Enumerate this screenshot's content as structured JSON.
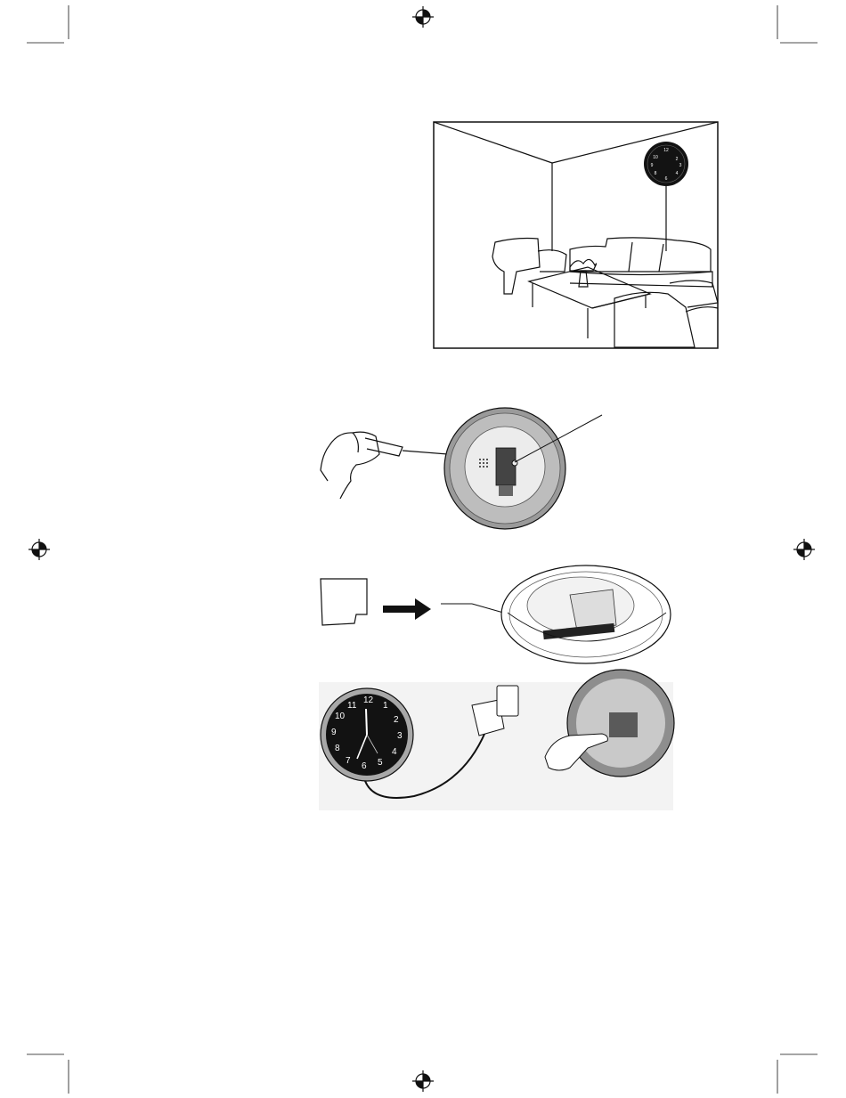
{
  "page": {
    "registration_marks": [
      "crosshair-icon",
      "crosshair-icon",
      "crosshair-icon",
      "crosshair-icon"
    ],
    "crop_marks": true
  },
  "figures": {
    "room_scene": {
      "icon": "living-room-illustration"
    },
    "clock_back_reset": {
      "icon": "clock-back-with-pen-illustration"
    },
    "memory_card_insert": {
      "icon": "memory-card-insert-illustration"
    },
    "power_connect": {
      "icon": "clock-adapter-illustration",
      "clock_numbers": [
        "12",
        "1",
        "2",
        "3",
        "4",
        "5",
        "6",
        "7",
        "8",
        "9",
        "10",
        "11"
      ]
    }
  },
  "colors": {
    "ink": "#111111",
    "clock_face": "#121212",
    "rim": "#9a9a9a",
    "bezel": "#d4d4d4"
  }
}
